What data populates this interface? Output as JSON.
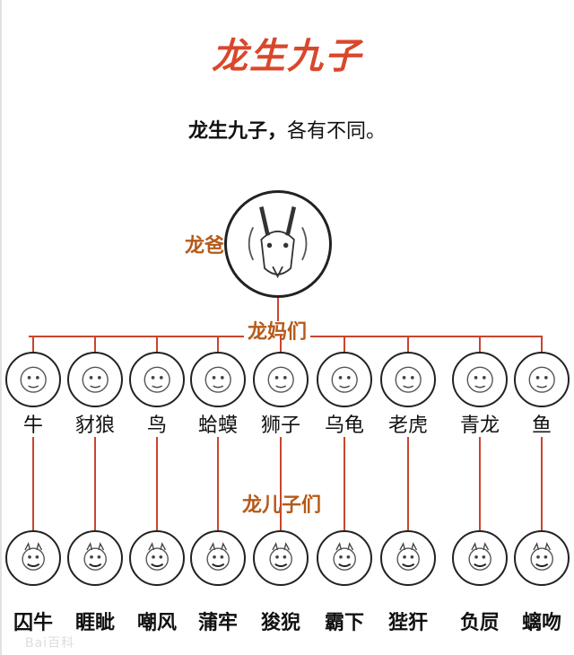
{
  "title": "龙生九子",
  "subtitle": {
    "bold": "龙生九子，",
    "normal": "各有不同。"
  },
  "father": {
    "label": "龙爸",
    "icon": "dragon-head-icon"
  },
  "mothers_label": "龙妈们",
  "sons_label": "龙儿子们",
  "mothers": [
    {
      "name": "牛",
      "icon": "ox-icon"
    },
    {
      "name": "豺狼",
      "icon": "wolf-icon"
    },
    {
      "name": "鸟",
      "icon": "bird-icon"
    },
    {
      "name": "蛤蟆",
      "icon": "toad-icon"
    },
    {
      "name": "狮子",
      "icon": "lion-icon"
    },
    {
      "name": "乌龟",
      "icon": "turtle-icon"
    },
    {
      "name": "老虎",
      "icon": "tiger-icon"
    },
    {
      "name": "青龙",
      "icon": "azure-dragon-icon"
    },
    {
      "name": "鱼",
      "icon": "fish-icon"
    }
  ],
  "sons": [
    {
      "name": "囚牛",
      "icon": "qiuniu-icon"
    },
    {
      "name": "睚眦",
      "icon": "yazi-icon"
    },
    {
      "name": "嘲风",
      "icon": "chaofeng-icon"
    },
    {
      "name": "蒲牢",
      "icon": "pulao-icon"
    },
    {
      "name": "狻猊",
      "icon": "suanni-icon"
    },
    {
      "name": "霸下",
      "icon": "baxia-icon"
    },
    {
      "name": "狴犴",
      "icon": "bian-icon"
    },
    {
      "name": "负屃",
      "icon": "fuxi-icon"
    },
    {
      "name": "螭吻",
      "icon": "chiwen-icon"
    }
  ],
  "colors": {
    "title": "#d9472b",
    "connector": "#c8452f",
    "label_orange": "#b55a1a"
  },
  "watermark": "Bai百科"
}
